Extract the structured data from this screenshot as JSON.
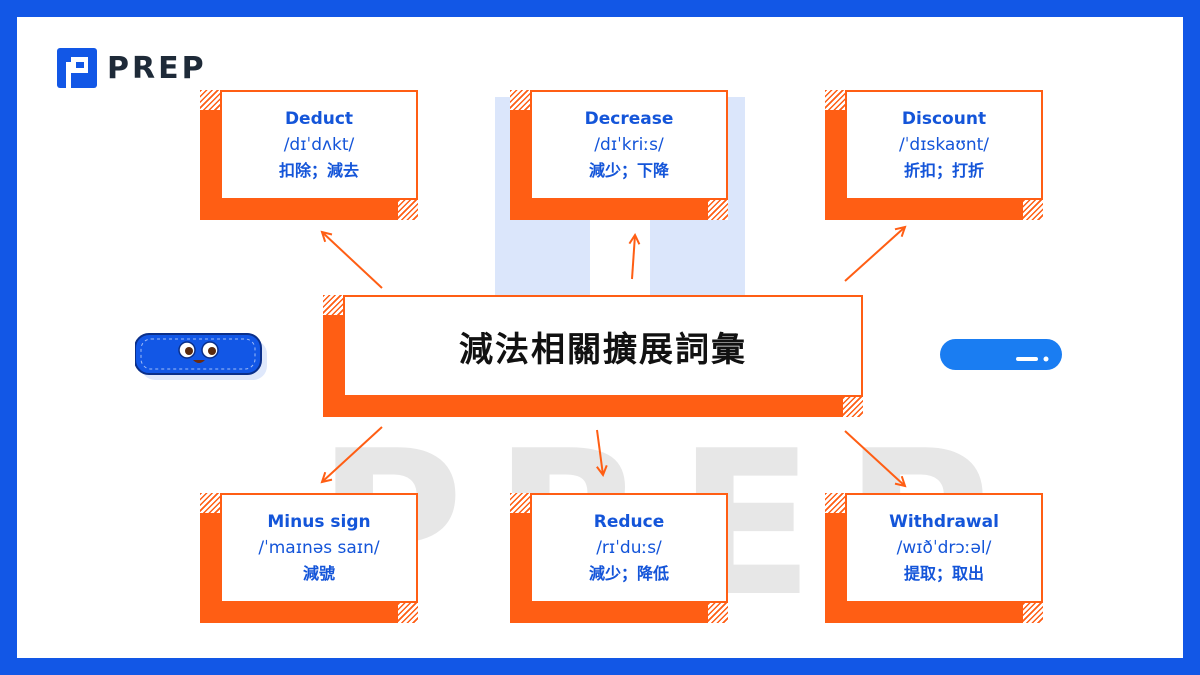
{
  "brand": {
    "name": "PREP",
    "logo_icon": "prep-logo-icon"
  },
  "watermark": {
    "text": "PREP"
  },
  "diagram": {
    "center": {
      "title": "減法相關擴展詞彙"
    },
    "cards": [
      {
        "word": "Deduct",
        "ipa": "/dɪˈdʌkt/",
        "meaning": "扣除；減去"
      },
      {
        "word": "Decrease",
        "ipa": "/dɪˈkriːs/",
        "meaning": "減少；下降"
      },
      {
        "word": "Discount",
        "ipa": "/ˈdɪskaʊnt/",
        "meaning": "折扣；打折"
      },
      {
        "word": "Minus sign",
        "ipa": "/ˈmaɪnəs saɪn/",
        "meaning": "減號"
      },
      {
        "word": "Reduce",
        "ipa": "/rɪˈduːs/",
        "meaning": "減少；降低"
      },
      {
        "word": "Withdrawal",
        "ipa": "/wɪðˈdrɔːəl/",
        "meaning": "提取；取出"
      }
    ]
  },
  "colors": {
    "frame": "#1257e6",
    "accent": "#ff5e14",
    "word_text": "#1455d9",
    "title_text": "#111111"
  },
  "decorations": {
    "mascot": "eraser-mascot-icon",
    "pill": "progress-pill-icon"
  }
}
